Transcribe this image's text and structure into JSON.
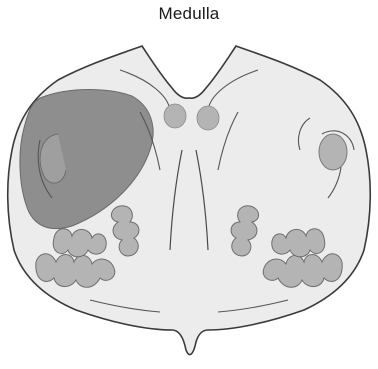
{
  "figure": {
    "title": "Medulla",
    "colors": {
      "background": "#ffffff",
      "section_fill": "#ececec",
      "section_outline": "#3a3a3a",
      "nuclei_fill": "#b4b4b4",
      "lesion_fill": "#8e8e8e"
    },
    "structures": [
      "medulla-cross-section-outline",
      "left-inferior-olive",
      "right-inferior-olive",
      "left-dorsal-nucleus",
      "right-dorsal-nucleus",
      "left-lateral-nucleus",
      "right-lateral-nucleus",
      "dorsolateral-lesion-shading"
    ]
  }
}
